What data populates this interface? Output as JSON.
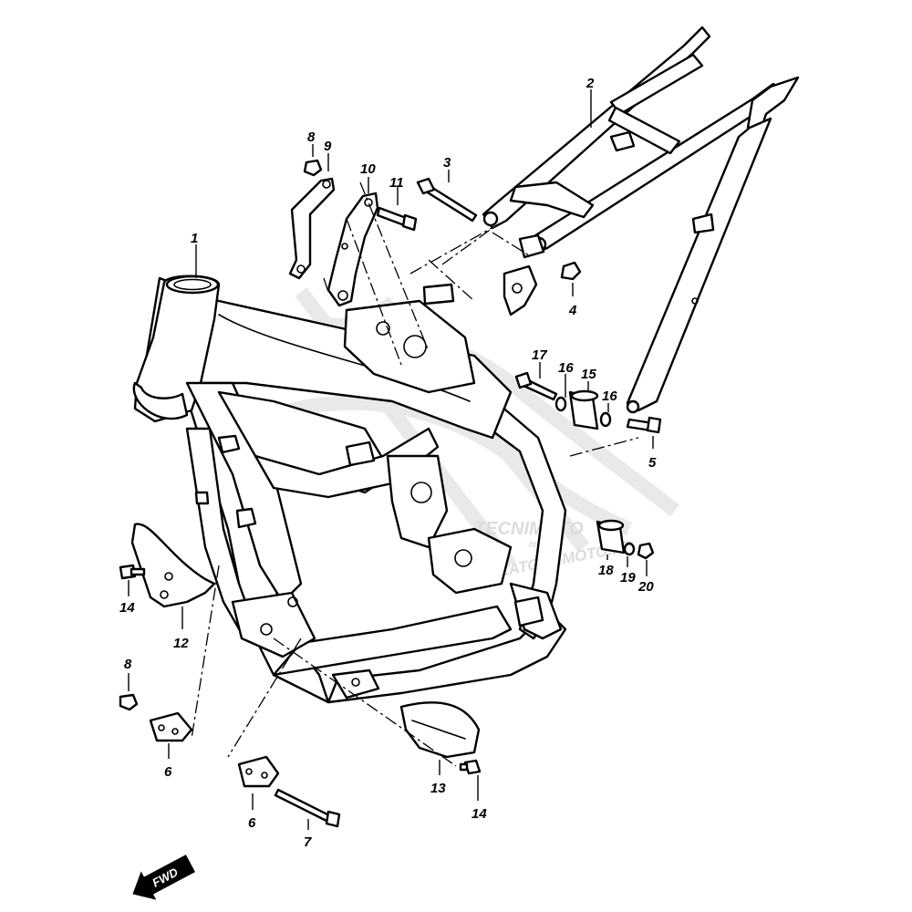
{
  "diagram": {
    "callouts": [
      {
        "id": "c1",
        "text": "1"
      },
      {
        "id": "c2",
        "text": "2"
      },
      {
        "id": "c3",
        "text": "3"
      },
      {
        "id": "c4",
        "text": "4"
      },
      {
        "id": "c5",
        "text": "5"
      },
      {
        "id": "c6a",
        "text": "6"
      },
      {
        "id": "c6b",
        "text": "6"
      },
      {
        "id": "c7",
        "text": "7"
      },
      {
        "id": "c8a",
        "text": "8"
      },
      {
        "id": "c8b",
        "text": "8"
      },
      {
        "id": "c9",
        "text": "9"
      },
      {
        "id": "c10",
        "text": "10"
      },
      {
        "id": "c11",
        "text": "11"
      },
      {
        "id": "c12",
        "text": "12"
      },
      {
        "id": "c13",
        "text": "13"
      },
      {
        "id": "c14a",
        "text": "14"
      },
      {
        "id": "c14b",
        "text": "14"
      },
      {
        "id": "c15",
        "text": "15"
      },
      {
        "id": "c16a",
        "text": "16"
      },
      {
        "id": "c16b",
        "text": "16"
      },
      {
        "id": "c17",
        "text": "17"
      },
      {
        "id": "c18",
        "text": "18"
      },
      {
        "id": "c19",
        "text": "19"
      },
      {
        "id": "c20",
        "text": "20"
      }
    ],
    "direction_badge": "FWD"
  },
  "watermark": {
    "brand": "TECNIMOTO",
    "brand_sub": "moto",
    "url": "WWW.ATOMEMOTO.FR"
  },
  "colors": {
    "line": "#000000",
    "background": "#ffffff",
    "watermark": "#dcdcdc"
  }
}
